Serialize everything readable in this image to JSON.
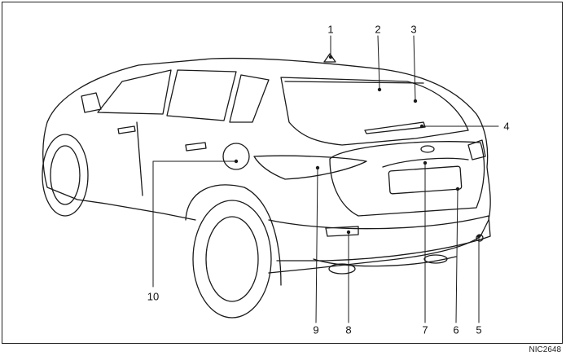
{
  "figure": {
    "code": "NIC2648",
    "callouts": [
      {
        "id": "c1",
        "label": "1"
      },
      {
        "id": "c2",
        "label": "2"
      },
      {
        "id": "c3",
        "label": "3"
      },
      {
        "id": "c4",
        "label": "4"
      },
      {
        "id": "c5",
        "label": "5"
      },
      {
        "id": "c6",
        "label": "6"
      },
      {
        "id": "c7",
        "label": "7"
      },
      {
        "id": "c8",
        "label": "8"
      },
      {
        "id": "c9",
        "label": "9"
      },
      {
        "id": "c10",
        "label": "10"
      }
    ]
  },
  "colors": {
    "line": "#1a1a1a",
    "background": "#ffffff"
  }
}
